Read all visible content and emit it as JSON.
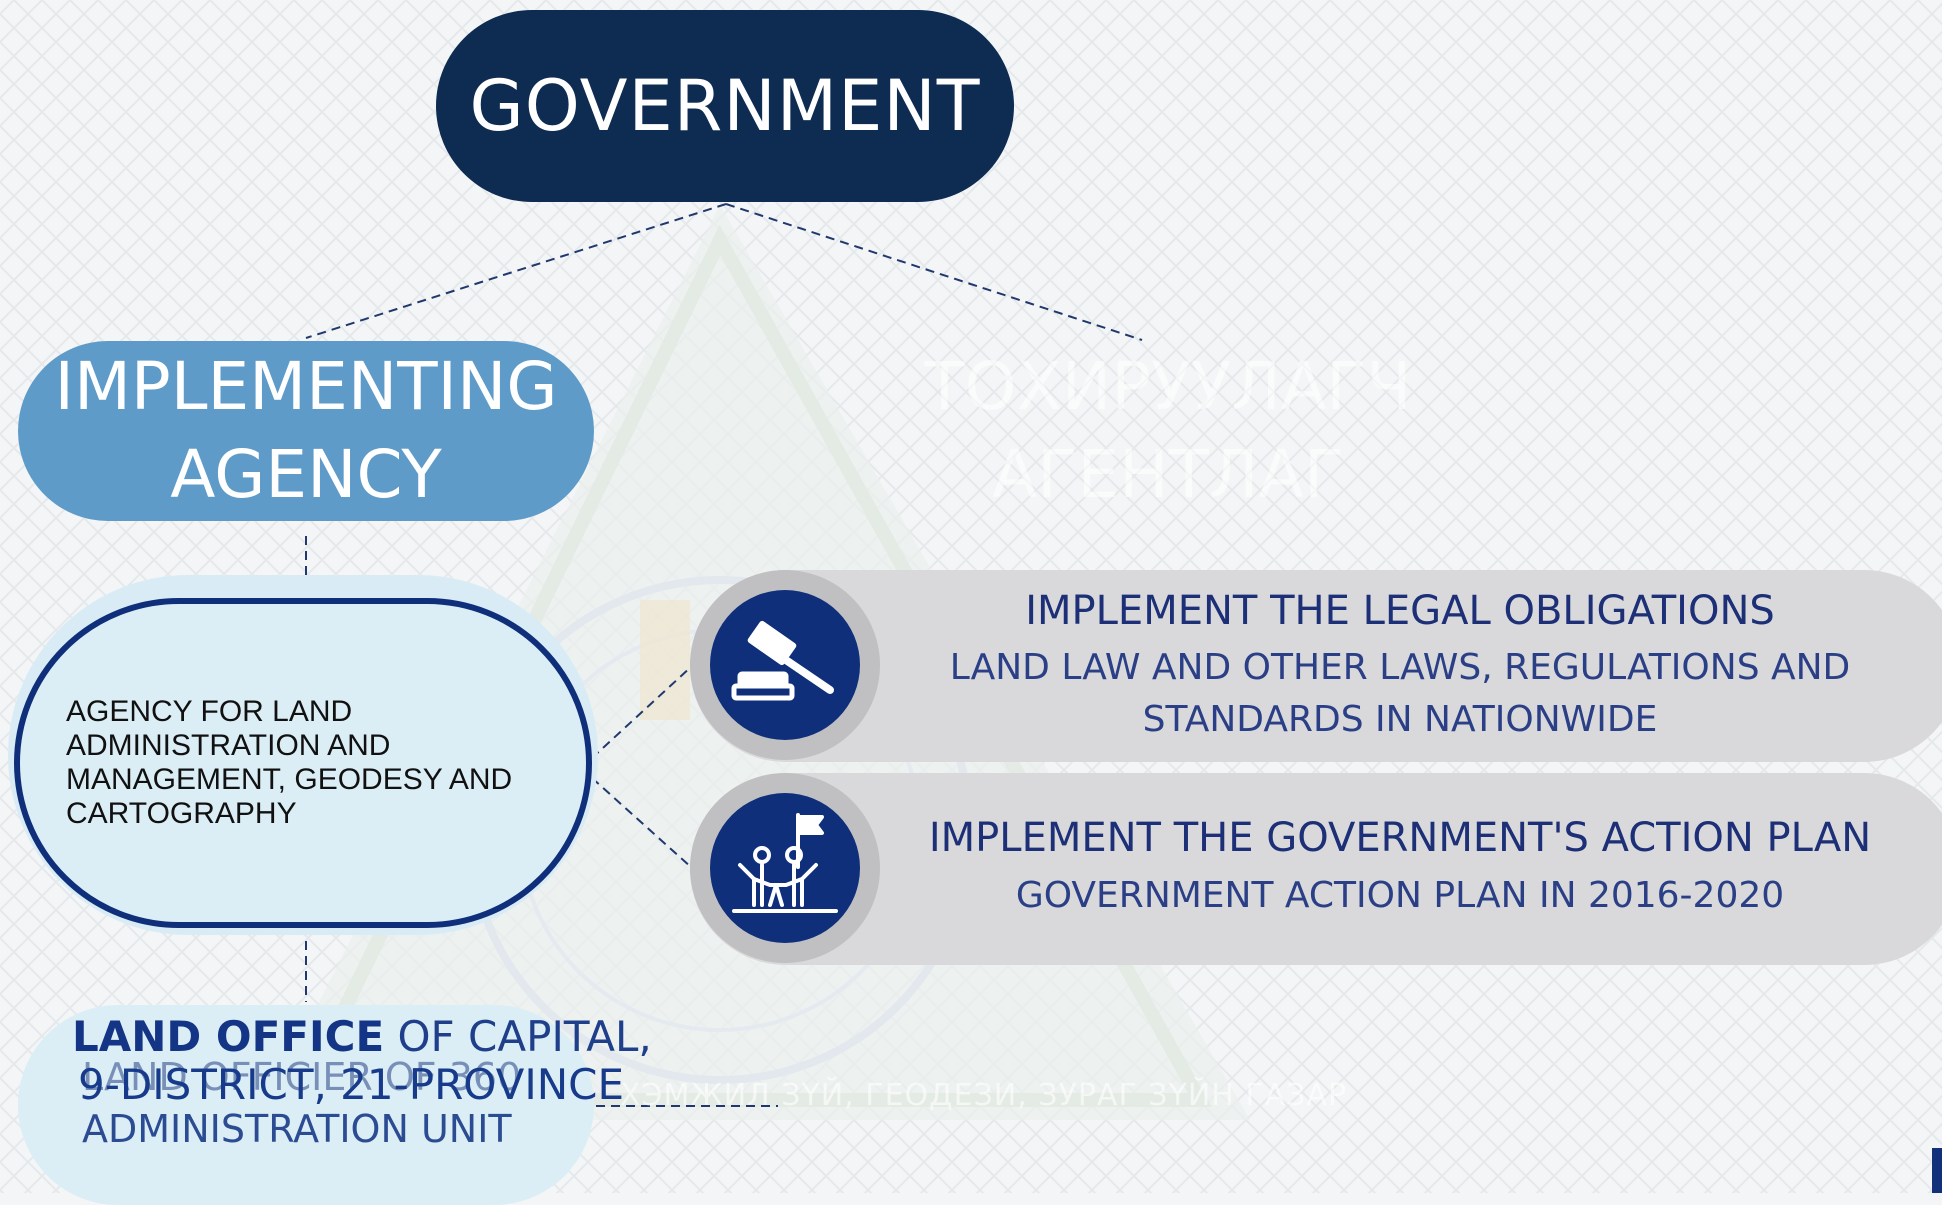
{
  "government": {
    "label": "GOVERNMENT"
  },
  "implementing_agency": {
    "line1": "IMPLEMENTING",
    "line2": "AGENCY"
  },
  "regulatory_agency": {
    "line1": "ТОХИРУУЛАГЧ",
    "line2": "АГЕНТЛАГ"
  },
  "agency": {
    "line1": "AGENCY FOR LAND",
    "line2": "ADMINISTRATION AND",
    "line3": "MANAGEMENT, GEODESY AND",
    "line4": "CARTOGRAPHY"
  },
  "land_office": {
    "front_bold": "LAND OFFICE",
    "front_rest": " OF CAPITAL,",
    "front_line2": "9-DISTRICT, 21-PROVINCE",
    "back_line1_bold": "LAND OFFICIER",
    "back_line1_rest": " OF 360",
    "back_line2": "ADMINISTRATION UNIT"
  },
  "cards": [
    {
      "title": "IMPLEMENT THE LEGAL OBLIGATIONS",
      "sub1": "LAND LAW AND OTHER LAWS, REGULATIONS AND",
      "sub2": "STANDARDS IN NATIONWIDE",
      "icon": "gavel-icon"
    },
    {
      "title": "IMPLEMENT THE GOVERNMENT'S ACTION PLAN",
      "sub1": "GOVERNMENT ACTION PLAN IN 2016-2020",
      "icon": "team-flag-icon"
    }
  ],
  "watermark_text": "ХЭМЖИЛ ЗҮЙ, ГЕОДЕЗИ, ЗУРАГ ЗҮЙН ГАЗАР",
  "colors": {
    "navy": "#0e2b52",
    "accent_blue": "#5e9bc9",
    "card_gray": "#d9d9db",
    "icon_blue": "#0f2f7b",
    "light_blue": "#dbeef6"
  }
}
